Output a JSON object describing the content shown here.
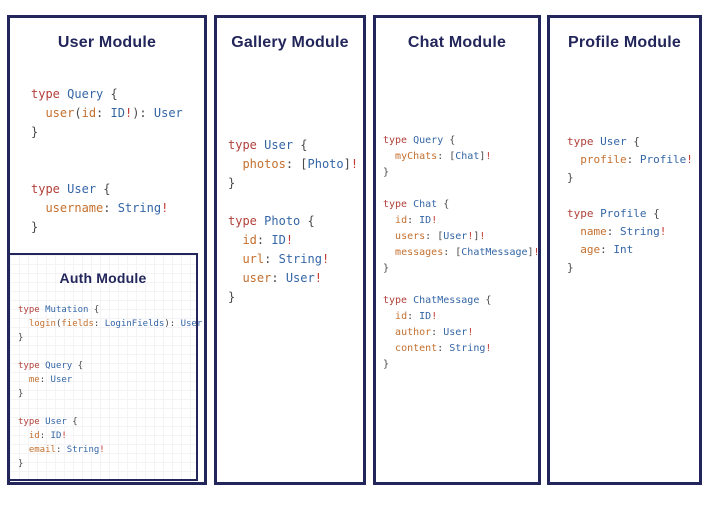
{
  "colors": {
    "navy": "#23265a",
    "kw": "#b2403a",
    "ty": "#3466a6",
    "fd": "#c4702f",
    "pu": "#4a4a4a",
    "bg": "#c23a34"
  },
  "panels": [
    {
      "title": "User Module",
      "code": [
        [
          {
            "t": "type",
            "c": "kw"
          },
          {
            "t": " ",
            "c": "pu"
          },
          {
            "t": "Query",
            "c": "ty"
          },
          {
            "t": " {",
            "c": "pu"
          }
        ],
        [
          {
            "t": "  ",
            "c": "pu"
          },
          {
            "t": "user",
            "c": "fd"
          },
          {
            "t": "(",
            "c": "pu"
          },
          {
            "t": "id",
            "c": "fd"
          },
          {
            "t": ": ",
            "c": "pu"
          },
          {
            "t": "ID",
            "c": "ty"
          },
          {
            "t": "!",
            "c": "bg"
          },
          {
            "t": "): ",
            "c": "pu"
          },
          {
            "t": "User",
            "c": "ty"
          }
        ],
        [
          {
            "t": "}",
            "c": "pu"
          }
        ],
        [],
        [],
        [
          {
            "t": "type",
            "c": "kw"
          },
          {
            "t": " ",
            "c": "pu"
          },
          {
            "t": "User",
            "c": "ty"
          },
          {
            "t": " {",
            "c": "pu"
          }
        ],
        [
          {
            "t": "  ",
            "c": "pu"
          },
          {
            "t": "username",
            "c": "fd"
          },
          {
            "t": ": ",
            "c": "pu"
          },
          {
            "t": "String",
            "c": "ty"
          },
          {
            "t": "!",
            "c": "bg"
          }
        ],
        [
          {
            "t": "}",
            "c": "pu"
          }
        ]
      ]
    },
    {
      "title": "Gallery Module",
      "code": [
        [
          {
            "t": "type",
            "c": "kw"
          },
          {
            "t": " ",
            "c": "pu"
          },
          {
            "t": "User",
            "c": "ty"
          },
          {
            "t": " {",
            "c": "pu"
          }
        ],
        [
          {
            "t": "  ",
            "c": "pu"
          },
          {
            "t": "photos",
            "c": "fd"
          },
          {
            "t": ": [",
            "c": "pu"
          },
          {
            "t": "Photo",
            "c": "ty"
          },
          {
            "t": "]",
            "c": "pu"
          },
          {
            "t": "!",
            "c": "bg"
          }
        ],
        [
          {
            "t": "}",
            "c": "pu"
          }
        ],
        [],
        [
          {
            "t": "type",
            "c": "kw"
          },
          {
            "t": " ",
            "c": "pu"
          },
          {
            "t": "Photo",
            "c": "ty"
          },
          {
            "t": " {",
            "c": "pu"
          }
        ],
        [
          {
            "t": "  ",
            "c": "pu"
          },
          {
            "t": "id",
            "c": "fd"
          },
          {
            "t": ": ",
            "c": "pu"
          },
          {
            "t": "ID",
            "c": "ty"
          },
          {
            "t": "!",
            "c": "bg"
          }
        ],
        [
          {
            "t": "  ",
            "c": "pu"
          },
          {
            "t": "url",
            "c": "fd"
          },
          {
            "t": ": ",
            "c": "pu"
          },
          {
            "t": "String",
            "c": "ty"
          },
          {
            "t": "!",
            "c": "bg"
          }
        ],
        [
          {
            "t": "  ",
            "c": "pu"
          },
          {
            "t": "user",
            "c": "fd"
          },
          {
            "t": ": ",
            "c": "pu"
          },
          {
            "t": "User",
            "c": "ty"
          },
          {
            "t": "!",
            "c": "bg"
          }
        ],
        [
          {
            "t": "}",
            "c": "pu"
          }
        ]
      ]
    },
    {
      "title": "Chat Module",
      "code": [
        [
          {
            "t": "type",
            "c": "kw"
          },
          {
            "t": " ",
            "c": "pu"
          },
          {
            "t": "Query",
            "c": "ty"
          },
          {
            "t": " {",
            "c": "pu"
          }
        ],
        [
          {
            "t": "  ",
            "c": "pu"
          },
          {
            "t": "myChats",
            "c": "fd"
          },
          {
            "t": ": [",
            "c": "pu"
          },
          {
            "t": "Chat",
            "c": "ty"
          },
          {
            "t": "]",
            "c": "pu"
          },
          {
            "t": "!",
            "c": "bg"
          }
        ],
        [
          {
            "t": "}",
            "c": "pu"
          }
        ],
        [],
        [
          {
            "t": "type",
            "c": "kw"
          },
          {
            "t": " ",
            "c": "pu"
          },
          {
            "t": "Chat",
            "c": "ty"
          },
          {
            "t": " {",
            "c": "pu"
          }
        ],
        [
          {
            "t": "  ",
            "c": "pu"
          },
          {
            "t": "id",
            "c": "fd"
          },
          {
            "t": ": ",
            "c": "pu"
          },
          {
            "t": "ID",
            "c": "ty"
          },
          {
            "t": "!",
            "c": "bg"
          }
        ],
        [
          {
            "t": "  ",
            "c": "pu"
          },
          {
            "t": "users",
            "c": "fd"
          },
          {
            "t": ": [",
            "c": "pu"
          },
          {
            "t": "User",
            "c": "ty"
          },
          {
            "t": "!",
            "c": "bg"
          },
          {
            "t": "]",
            "c": "pu"
          },
          {
            "t": "!",
            "c": "bg"
          }
        ],
        [
          {
            "t": "  ",
            "c": "pu"
          },
          {
            "t": "messages",
            "c": "fd"
          },
          {
            "t": ": [",
            "c": "pu"
          },
          {
            "t": "ChatMessage",
            "c": "ty"
          },
          {
            "t": "]",
            "c": "pu"
          },
          {
            "t": "!",
            "c": "bg"
          }
        ],
        [
          {
            "t": "}",
            "c": "pu"
          }
        ],
        [],
        [
          {
            "t": "type",
            "c": "kw"
          },
          {
            "t": " ",
            "c": "pu"
          },
          {
            "t": "ChatMessage",
            "c": "ty"
          },
          {
            "t": " {",
            "c": "pu"
          }
        ],
        [
          {
            "t": "  ",
            "c": "pu"
          },
          {
            "t": "id",
            "c": "fd"
          },
          {
            "t": ": ",
            "c": "pu"
          },
          {
            "t": "ID",
            "c": "ty"
          },
          {
            "t": "!",
            "c": "bg"
          }
        ],
        [
          {
            "t": "  ",
            "c": "pu"
          },
          {
            "t": "author",
            "c": "fd"
          },
          {
            "t": ": ",
            "c": "pu"
          },
          {
            "t": "User",
            "c": "ty"
          },
          {
            "t": "!",
            "c": "bg"
          }
        ],
        [
          {
            "t": "  ",
            "c": "pu"
          },
          {
            "t": "content",
            "c": "fd"
          },
          {
            "t": ": ",
            "c": "pu"
          },
          {
            "t": "String",
            "c": "ty"
          },
          {
            "t": "!",
            "c": "bg"
          }
        ],
        [
          {
            "t": "}",
            "c": "pu"
          }
        ]
      ]
    },
    {
      "title": "Profile Module",
      "code": [
        [
          {
            "t": "type",
            "c": "kw"
          },
          {
            "t": " ",
            "c": "pu"
          },
          {
            "t": "User",
            "c": "ty"
          },
          {
            "t": " {",
            "c": "pu"
          }
        ],
        [
          {
            "t": "  ",
            "c": "pu"
          },
          {
            "t": "profile",
            "c": "fd"
          },
          {
            "t": ": ",
            "c": "pu"
          },
          {
            "t": "Profile",
            "c": "ty"
          },
          {
            "t": "!",
            "c": "bg"
          }
        ],
        [
          {
            "t": "}",
            "c": "pu"
          }
        ],
        [],
        [
          {
            "t": "type",
            "c": "kw"
          },
          {
            "t": " ",
            "c": "pu"
          },
          {
            "t": "Profile",
            "c": "ty"
          },
          {
            "t": " {",
            "c": "pu"
          }
        ],
        [
          {
            "t": "  ",
            "c": "pu"
          },
          {
            "t": "name",
            "c": "fd"
          },
          {
            "t": ": ",
            "c": "pu"
          },
          {
            "t": "String",
            "c": "ty"
          },
          {
            "t": "!",
            "c": "bg"
          }
        ],
        [
          {
            "t": "  ",
            "c": "pu"
          },
          {
            "t": "age",
            "c": "fd"
          },
          {
            "t": ": ",
            "c": "pu"
          },
          {
            "t": "Int",
            "c": "ty"
          }
        ],
        [
          {
            "t": "}",
            "c": "pu"
          }
        ]
      ]
    }
  ],
  "auth": {
    "title": "Auth Module",
    "code": [
      [
        {
          "t": "type",
          "c": "kw"
        },
        {
          "t": " ",
          "c": "pu"
        },
        {
          "t": "Mutation",
          "c": "ty"
        },
        {
          "t": " {",
          "c": "pu"
        }
      ],
      [
        {
          "t": "  ",
          "c": "pu"
        },
        {
          "t": "login",
          "c": "fd"
        },
        {
          "t": "(",
          "c": "pu"
        },
        {
          "t": "fields",
          "c": "fd"
        },
        {
          "t": ": ",
          "c": "pu"
        },
        {
          "t": "LoginFields",
          "c": "ty"
        },
        {
          "t": "): ",
          "c": "pu"
        },
        {
          "t": "User",
          "c": "ty"
        }
      ],
      [
        {
          "t": "}",
          "c": "pu"
        }
      ],
      [],
      [
        {
          "t": "type",
          "c": "kw"
        },
        {
          "t": " ",
          "c": "pu"
        },
        {
          "t": "Query",
          "c": "ty"
        },
        {
          "t": " {",
          "c": "pu"
        }
      ],
      [
        {
          "t": "  ",
          "c": "pu"
        },
        {
          "t": "me",
          "c": "fd"
        },
        {
          "t": ": ",
          "c": "pu"
        },
        {
          "t": "User",
          "c": "ty"
        }
      ],
      [
        {
          "t": "}",
          "c": "pu"
        }
      ],
      [],
      [
        {
          "t": "type",
          "c": "kw"
        },
        {
          "t": " ",
          "c": "pu"
        },
        {
          "t": "User",
          "c": "ty"
        },
        {
          "t": " {",
          "c": "pu"
        }
      ],
      [
        {
          "t": "  ",
          "c": "pu"
        },
        {
          "t": "id",
          "c": "fd"
        },
        {
          "t": ": ",
          "c": "pu"
        },
        {
          "t": "ID",
          "c": "ty"
        },
        {
          "t": "!",
          "c": "bg"
        }
      ],
      [
        {
          "t": "  ",
          "c": "pu"
        },
        {
          "t": "email",
          "c": "fd"
        },
        {
          "t": ": ",
          "c": "pu"
        },
        {
          "t": "String",
          "c": "ty"
        },
        {
          "t": "!",
          "c": "bg"
        }
      ],
      [
        {
          "t": "}",
          "c": "pu"
        }
      ]
    ]
  }
}
